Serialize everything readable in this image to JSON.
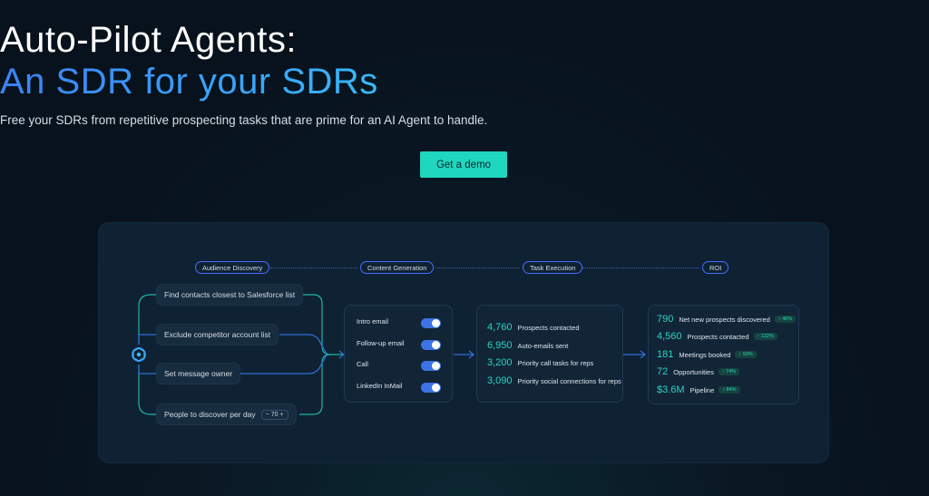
{
  "hero": {
    "title_line1": "Auto-Pilot Agents:",
    "title_line2": "An SDR for your SDRs",
    "subtitle": "Free your SDRs from repetitive prospecting tasks that are prime for an AI Agent to handle.",
    "cta_label": "Get a demo"
  },
  "colors": {
    "accent_teal": "#1fd6c0",
    "accent_blue": "#3b74e6",
    "background": "#08121c"
  },
  "phases": [
    "Audience Discovery",
    "Content Generation",
    "Task Execution",
    "ROI"
  ],
  "audience_steps": [
    {
      "label": "Find contacts closest to Salesforce list"
    },
    {
      "label": "Exclude competitor account list"
    },
    {
      "label": "Set message owner"
    },
    {
      "label": "People to discover per day",
      "stepper": "− 70 +"
    }
  ],
  "content_toggles": [
    {
      "label": "Intro email",
      "on": true
    },
    {
      "label": "Follow-up email",
      "on": true
    },
    {
      "label": "Call",
      "on": true
    },
    {
      "label": "LinkedIn InMail",
      "on": true
    }
  ],
  "task_execution": [
    {
      "value": "4,760",
      "label": "Prospects contacted"
    },
    {
      "value": "6,950",
      "label": "Auto-emails sent"
    },
    {
      "value": "3,200",
      "label": "Priority call tasks for reps"
    },
    {
      "value": "3,090",
      "label": "Priority social connections for reps"
    }
  ],
  "roi": [
    {
      "value": "790",
      "label": "Net new prospects discovered",
      "badge": "↑ 46%"
    },
    {
      "value": "4,560",
      "label": "Prospects contacted",
      "badge": "↑ 122%"
    },
    {
      "value": "181",
      "label": "Meetings booked",
      "badge": "↑ 93%"
    },
    {
      "value": "72",
      "label": "Opportunities",
      "badge": "↑ 74%"
    },
    {
      "value": "$3.6M",
      "label": "Pipeline",
      "badge": "↑ 84%"
    }
  ]
}
